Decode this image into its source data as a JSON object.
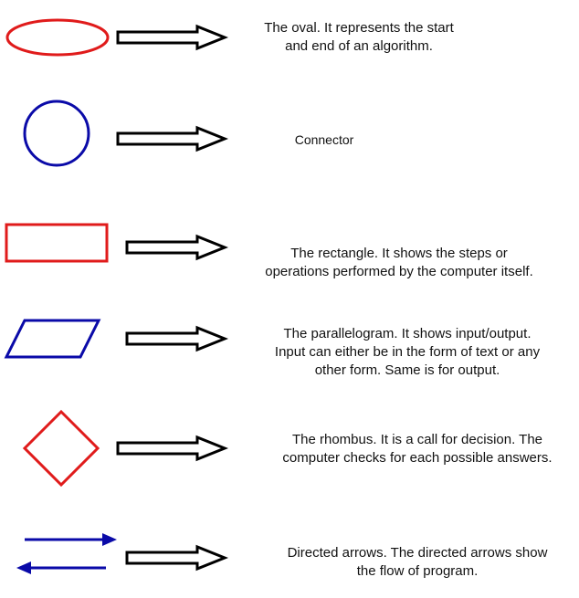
{
  "colors": {
    "red": "#e01b1b",
    "blue": "#0a0aa8",
    "arrow_stroke": "#000000",
    "text": "#111111"
  },
  "rows": [
    {
      "shape": "oval",
      "lines": [
        "The oval. It represents the start",
        "and end of an algorithm."
      ]
    },
    {
      "shape": "circle",
      "lines": [
        "Connector"
      ]
    },
    {
      "shape": "rectangle",
      "lines": [
        "The rectangle. It shows the steps or",
        "operations performed by the computer itself."
      ]
    },
    {
      "shape": "parallelogram",
      "lines": [
        "The parallelogram. It shows input/output.",
        "Input can either be in the form of text or any",
        "other form. Same is for output."
      ]
    },
    {
      "shape": "rhombus",
      "lines": [
        "The rhombus. It  is a call for decision. The",
        "computer checks for each possible answers."
      ]
    },
    {
      "shape": "directed-arrows",
      "lines": [
        "Directed arrows. The directed arrows show",
        "the flow of program."
      ]
    }
  ]
}
